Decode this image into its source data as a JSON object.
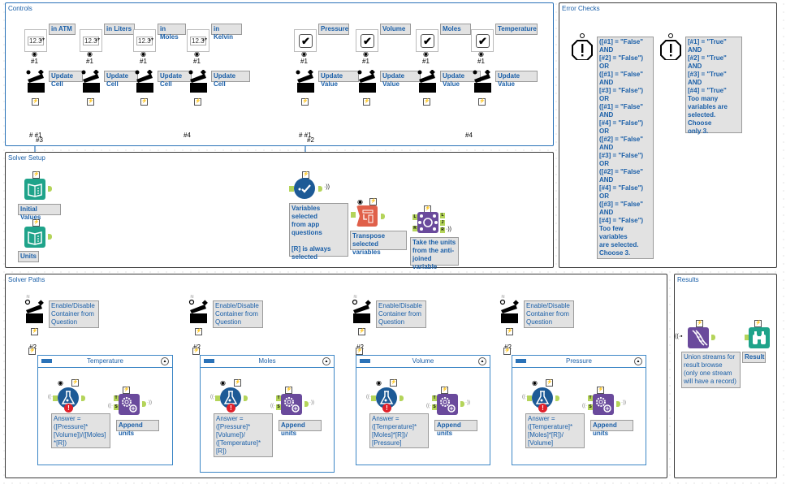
{
  "containers": {
    "controls": "Controls",
    "error_checks": "Error Checks",
    "solver_setup": "Solver Setup",
    "solver_paths": "Solver Paths",
    "results": "Results"
  },
  "controls": {
    "numeric_inputs": [
      {
        "value": "12.3",
        "label": "in ATM",
        "action_label": "Update Cell",
        "connector": "#1"
      },
      {
        "value": "12.3",
        "label": "in Liters",
        "action_label": "Update Cell",
        "connector": "#1"
      },
      {
        "value": "12.3",
        "label": "in Moles",
        "action_label": "Update Cell",
        "connector": "#1"
      },
      {
        "value": "12.3",
        "label": "in Kelvin",
        "action_label": "Update Cell",
        "connector": "#1"
      }
    ],
    "checkboxes": [
      {
        "label": "Pressure",
        "action_label": "Update Value",
        "connector": "#1"
      },
      {
        "label": "Volume",
        "action_label": "Update Value",
        "connector": "#1"
      },
      {
        "label": "Moles",
        "action_label": "Update Value",
        "connector": "#1"
      },
      {
        "label": "Temperature",
        "action_label": "Update Value",
        "connector": "#1"
      }
    ],
    "wire_labels_left": [
      "# #1",
      "#3",
      "#4"
    ],
    "wire_labels_right": [
      "# #1",
      "#2",
      "#4"
    ]
  },
  "error_checks": {
    "too_few": "([#1] = \"False\"\nAND\n[#2] = \"False\")\nOR\n([#1] = \"False\"\nAND\n[#3] = \"False\")\nOR\n([#1] = \"False\"\nAND\n[#4] = \"False\")\nOR\n([#2] = \"False\"\nAND\n[#3] = \"False\")\nOR\n([#2] = \"False\"\nAND\n[#4] = \"False\")\nOR\n([#3] = \"False\"\nAND\n[#4] = \"False\")\nToo few variables\nare selected.\nChoose 3.",
    "too_many": "[#1] = \"True\"\nAND\n[#2] = \"True\"\nAND\n[#3] = \"True\"\nAND\n[#4] = \"True\"\nToo many\nvariables are\nselected. Choose\nonly 3."
  },
  "solver_setup": {
    "initial_values": "Initial Values",
    "units": "Units",
    "variables_selected": "Variables selected\nfrom app\nquestions\n\n[R] is always\nselected",
    "transpose": "Transpose\nselected variables",
    "take_units": "Take the units\nfrom the anti-\njoined variable",
    "join_anchors": [
      "L",
      "J",
      "R"
    ],
    "join_inputs": [
      "L",
      "R"
    ]
  },
  "solver_paths": {
    "enable_label": "Enable/Disable\nContainer from\nQuestion",
    "connector": "#2",
    "append_label": "Append units",
    "anchors": [
      "T",
      "S"
    ],
    "paths": [
      {
        "title": "Temperature",
        "formula": "Answer =\n([Pressure]*\n[Volume])/([Moles]\n*[R])"
      },
      {
        "title": "Moles",
        "formula": "Answer =\n([Pressure]*\n[Volume])/\n([Temperature]*\n[R])"
      },
      {
        "title": "Volume",
        "formula": "Answer =\n([Temperature]*\n[Moles]*[R])/\n[Pressure]"
      },
      {
        "title": "Pressure",
        "formula": "Answer =\n([Temperature]*\n[Moles]*[R])/\n[Volume]"
      }
    ]
  },
  "results": {
    "union_label": "Union streams for\nresult browse\n(only one stream\nwill have a record)",
    "browse_label": "Result"
  },
  "colors": {
    "wire": "#2a72b8",
    "input_tool": "#1fa38a",
    "condition_tool": "#1d5a96",
    "transpose_tool": "#e0604a",
    "join_tool": "#6a4a9c",
    "anchor": "#b4d45a",
    "error_dot": "#e0202a"
  }
}
